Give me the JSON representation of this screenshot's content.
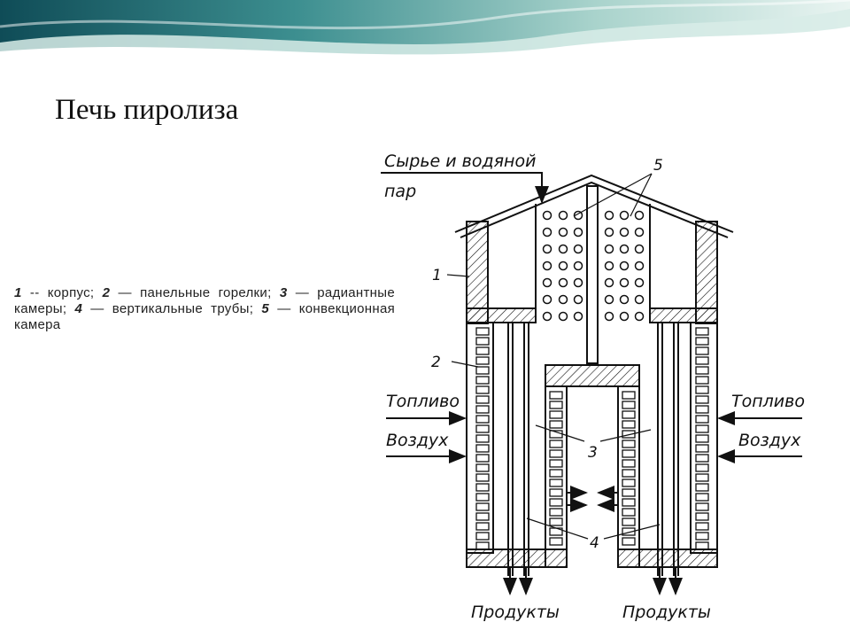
{
  "slide": {
    "title": "Печь пиролиза"
  },
  "legend": {
    "n1": "1",
    "t1": " -- корпус; ",
    "n2": "2",
    "t2": " — панельные горелки; ",
    "n3": "3",
    "t3": " — радиантные камеры; ",
    "n4": "4",
    "t4": " — вертикальные трубы; ",
    "n5": "5",
    "t5": " — конвекционная камера"
  },
  "diagram": {
    "feed_label_line1": "Сырье и водяной",
    "feed_label_line2": "пар",
    "fuel_left": "Топливо",
    "air_left": "Воздух",
    "fuel_right": "Топливо",
    "air_right": "Воздух",
    "products_left": "Продукты",
    "products_right": "Продукты",
    "num_1": "1",
    "num_2": "2",
    "num_3": "3",
    "num_4": "4",
    "num_5": "5"
  },
  "colors": {
    "banner_teal": "#2f7f86",
    "banner_light": "#cfe6e2",
    "line": "#111111"
  }
}
